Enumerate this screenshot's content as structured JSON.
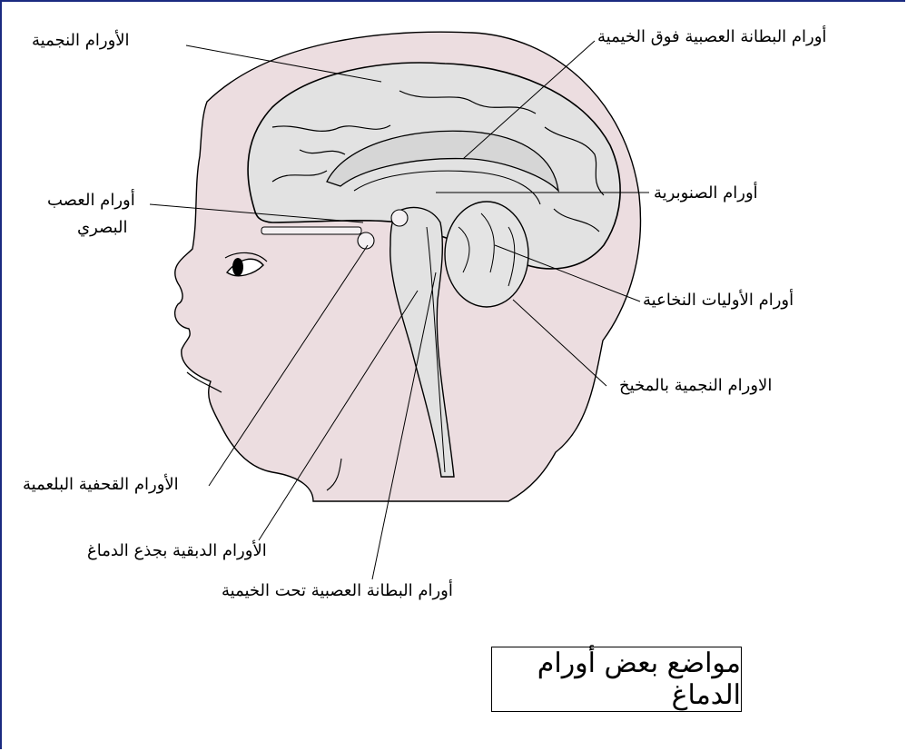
{
  "labels": {
    "astrocytoma": "الأورام النجمية",
    "supratentorial_ependymoma": "أورام البطانة العصبية فوق الخيمية",
    "optic_nerve": "أورام العصب",
    "optic_nerve_2": "البصري",
    "pineal": "أورام الصنوبرية",
    "pnet": "أورام الأوليات النخاعية",
    "cerebellar_astrocytoma": "الاورام النجمية بالمخيخ",
    "craniopharyngioma": "الأورام القحفية البلعمية",
    "brainstem_glioma": "الأورام الدبقية بجذع الدماغ",
    "infratentorial_ependymoma": "أورام البطانة العصبية تحت الخيمية"
  },
  "caption": "مواضع بعض أورام الدماغ",
  "colors": {
    "head_fill": "#ecdde0",
    "brain_fill": "#e2e2e2",
    "outline": "#000000",
    "frame": "#1a2a80"
  }
}
